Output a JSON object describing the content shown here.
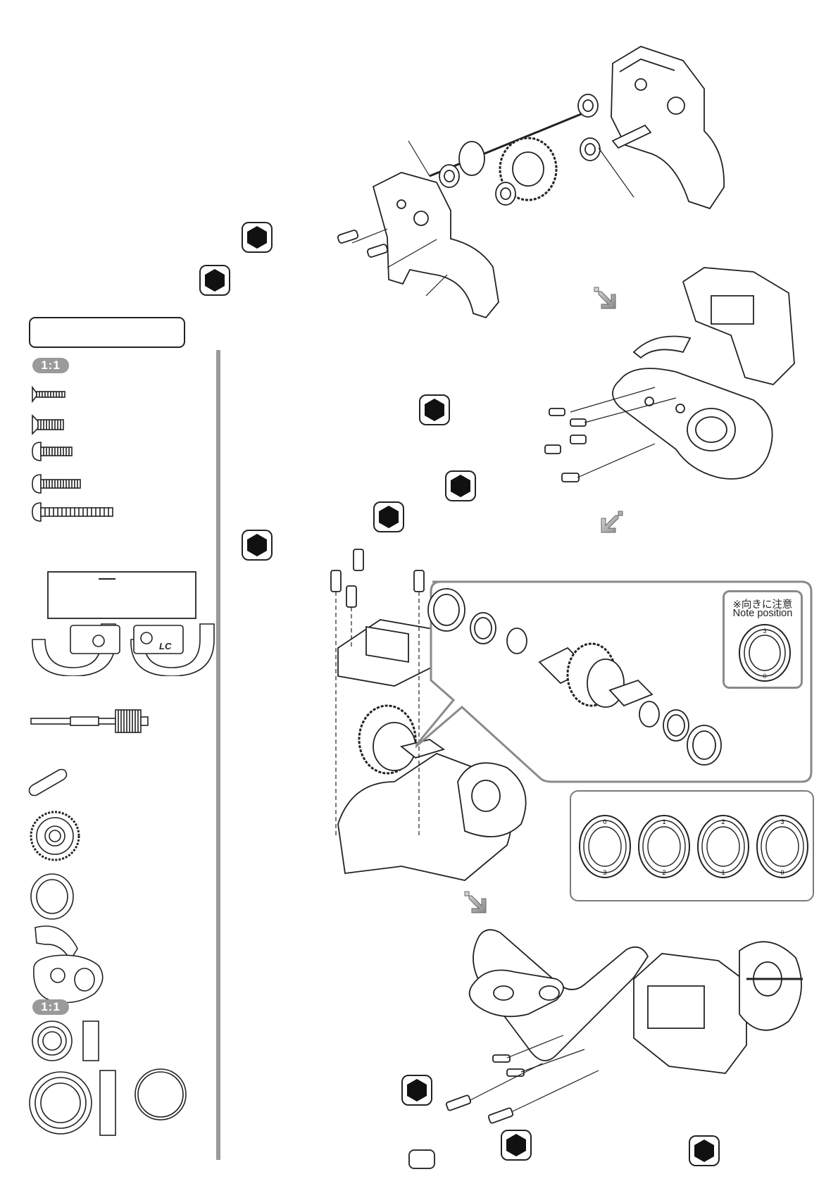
{
  "parts_panel": {
    "scale_label_top": "1:1",
    "scale_label_bottom": "1:1"
  },
  "note": {
    "line1": "※向きに注意",
    "line2": "Note position",
    "top_mark": "3",
    "bottom_mark": "0"
  },
  "spacer_positions": [
    {
      "top": "0",
      "bottom": "3"
    },
    {
      "top": "1",
      "bottom": "2"
    },
    {
      "top": "2",
      "bottom": "1"
    },
    {
      "top": "3",
      "bottom": "0"
    }
  ],
  "icons": {
    "hex_wrench": "hex-wrench-icon",
    "step_arrow": "step-arrow-icon"
  },
  "colors": {
    "line": "#222222",
    "gray_accent": "#9a9a9a",
    "panel_border": "#8a8a8a"
  }
}
